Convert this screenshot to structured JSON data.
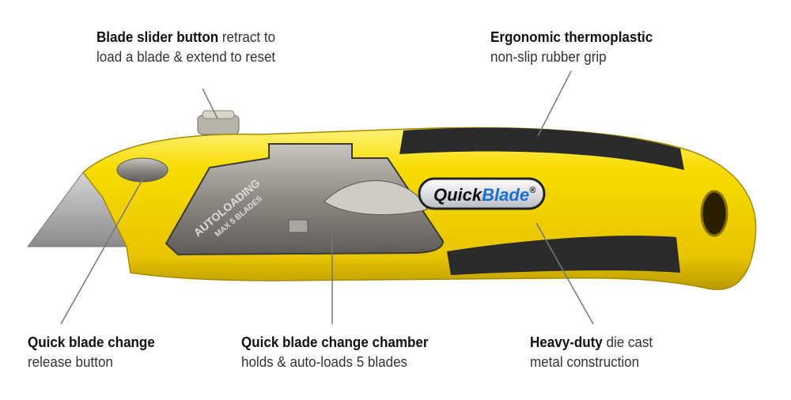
{
  "callouts": {
    "slider": {
      "bold": "Blade slider button",
      "rest": " retract to",
      "line2": "load a blade & extend to reset"
    },
    "grip": {
      "bold": "Ergonomic thermoplastic",
      "line2": "non-slip rubber grip"
    },
    "release": {
      "bold": "Quick blade change",
      "line2": "release button"
    },
    "chamber": {
      "bold": "Quick blade change chamber",
      "line2": "holds & auto-loads 5 blades"
    },
    "body": {
      "bold": "Heavy-duty",
      "rest": " die cast",
      "line2": "metal construction"
    }
  },
  "product": {
    "logo_quick": "Quick",
    "logo_blade": "Blade",
    "logo_reg": "®",
    "etch_line1": "AUTOLOADING",
    "etch_line2": "MAX 5 BLADES"
  },
  "colors": {
    "body": "#f5d800",
    "grip": "#2a2a2a",
    "metal": "#9a9690",
    "logo_blue": "#1a6fd0",
    "leader": "#777777"
  }
}
